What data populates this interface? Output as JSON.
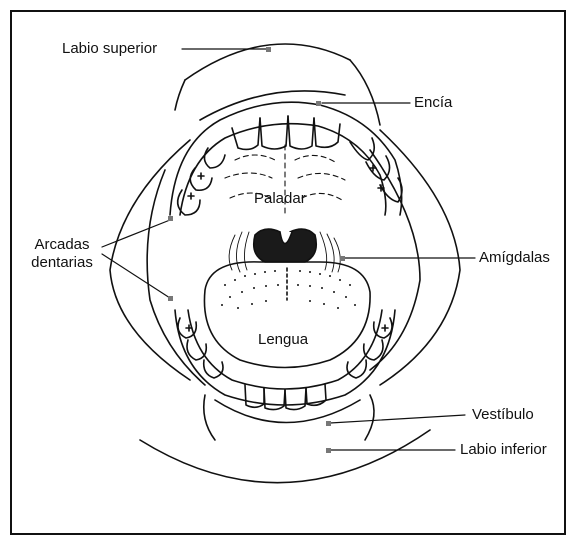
{
  "diagram": {
    "labels": {
      "labio_superior": "Labio superior",
      "encia": "Encía",
      "paladar": "Paladar",
      "arcadas_line1": "Arcadas",
      "arcadas_line2": "dentarias",
      "amigdalas": "Amígdalas",
      "lengua": "Lengua",
      "vestibulo": "Vestíbulo",
      "labio_inferior": "Labio inferior"
    },
    "colors": {
      "ink": "#111111",
      "marker": "#777777",
      "throat": "#1a1a1a"
    }
  }
}
